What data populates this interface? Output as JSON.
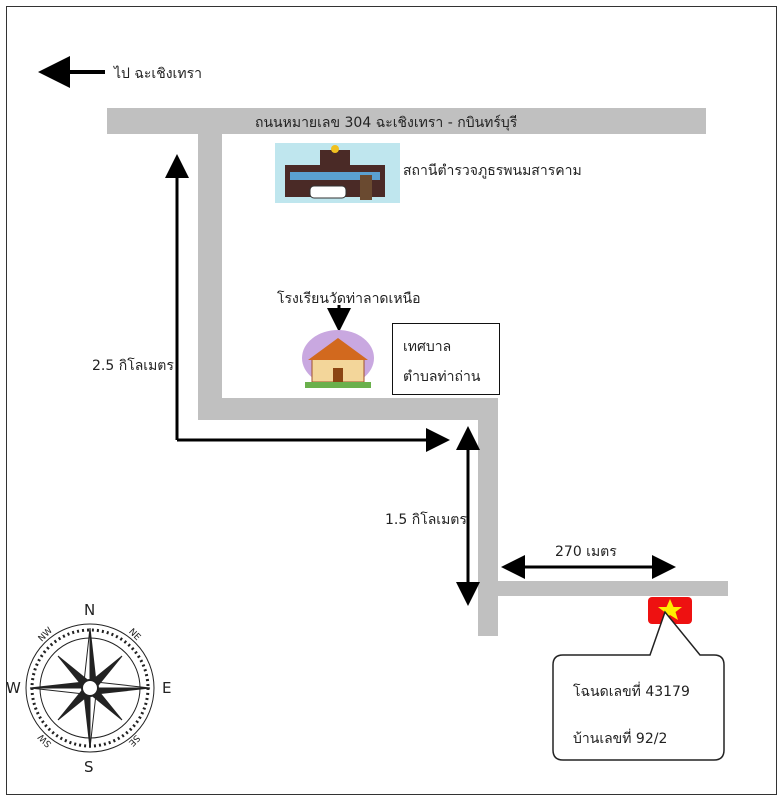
{
  "direction_label": "ไป ฉะเชิงเทรา",
  "main_road_label": "ถนนหมายเลข 304 ฉะเชิงเทรา - กบินทร์บุรี",
  "police_station": "สถานีตำรวจภูธรพนมสารคาม",
  "school": "โรงเรียนวัดท่าลาดเหนือ",
  "municipality": {
    "line1": "เทศบาล",
    "line2": "ตำบลท่าถ่าน"
  },
  "distances": {
    "d1": "2.5 กิโลเมตร",
    "d2": "1.5 กิโลเมตร",
    "d3": "270 เมตร"
  },
  "callout": {
    "deed": "โฉนดเลขที่  43179",
    "house": "บ้านเลขที่ 92/2"
  },
  "compass": {
    "n": "N",
    "e": "E",
    "s": "S",
    "w": "W",
    "ne": "NE",
    "se": "SE",
    "sw": "SW",
    "nw": "NW"
  },
  "colors": {
    "road": "#c0c0c0",
    "marker": "#ee1111",
    "star": "#ffee00"
  }
}
